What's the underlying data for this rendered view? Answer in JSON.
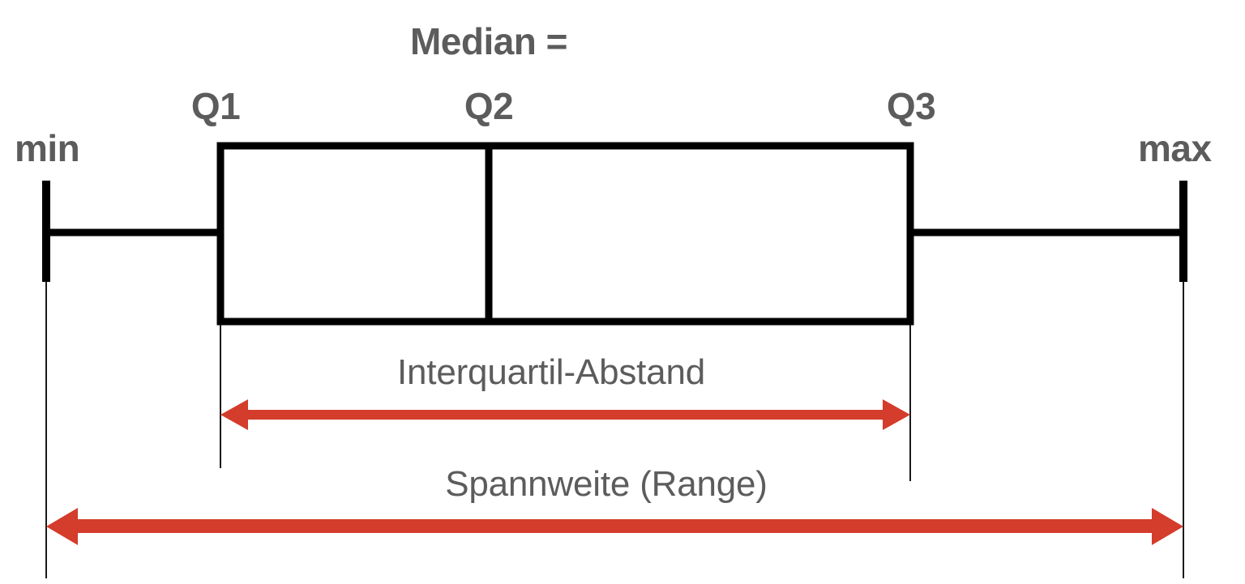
{
  "figure": {
    "type": "boxplot-diagram",
    "language": "de",
    "background_color": "#ffffff",
    "line_color": "#000000",
    "text_color": "#5c5c5c",
    "accent_color": "#d43c2b"
  },
  "labels": {
    "min": "min",
    "max": "max",
    "q1": "Q1",
    "q2": "Q2",
    "median_prefix": "Median =",
    "q3": "Q3",
    "iqr": "Interquartil-Abstand",
    "range": "Spannweite (Range)"
  },
  "chart_data": {
    "type": "boxplot",
    "title": "",
    "xlabel": "",
    "ylabel": "",
    "orientation": "horizontal",
    "grid": false,
    "legend": false,
    "series": [
      {
        "name": "",
        "min": 57,
        "q1": 272,
        "median": 603,
        "q3": 1123,
        "max": 1460,
        "units": "px (unlabeled axis)"
      }
    ],
    "annotations": [
      {
        "name": "interquartile-range",
        "label": "Interquartil-Abstand",
        "from": "Q1",
        "to": "Q3",
        "x_start": 272,
        "x_end": 1123,
        "y": 512,
        "color": "#d43c2b",
        "arrow": "double"
      },
      {
        "name": "range",
        "label": "Spannweite (Range)",
        "from": "min",
        "to": "max",
        "x_start": 57,
        "x_end": 1460,
        "y": 650,
        "color": "#d43c2b",
        "arrow": "double"
      }
    ],
    "geometry": {
      "box_top": 180,
      "box_bottom": 397,
      "whisker_y": 287,
      "cap_top": 223,
      "cap_bottom": 348,
      "stroke_width": 9,
      "guide_stroke_width": 2
    }
  }
}
